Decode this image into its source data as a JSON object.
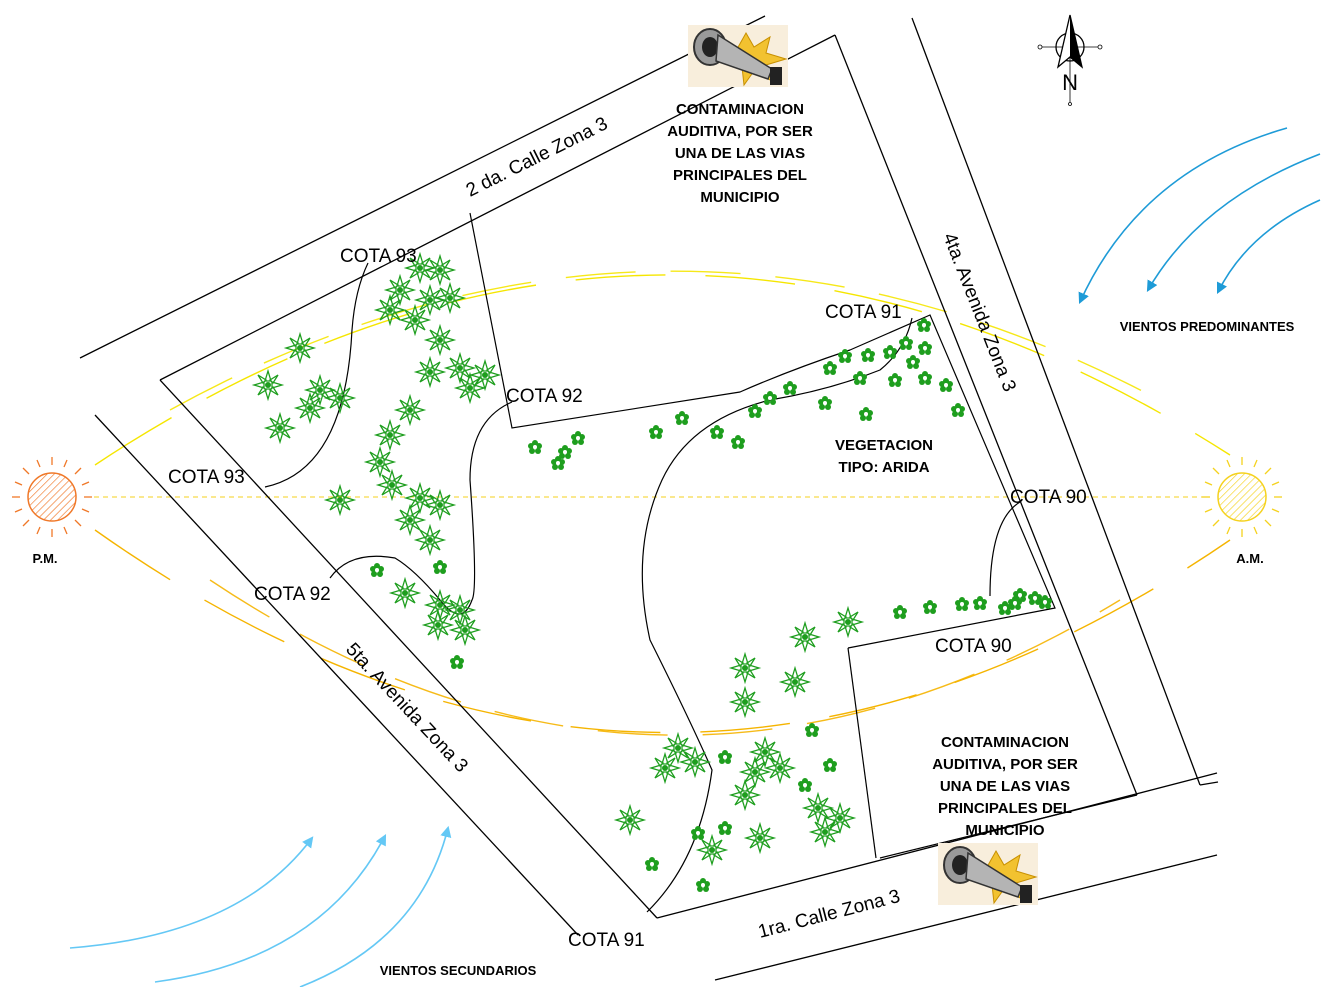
{
  "streets": {
    "top": "2 da. Calle Zona 3",
    "right": "4ta. Avenida Zona 3",
    "left": "5ta. Avenida Zona 3",
    "bottom": "1ra. Calle Zona 3"
  },
  "cotas": {
    "c93_top": "COTA  93",
    "c93_left": "COTA  93",
    "c92_mid": "COTA  92",
    "c92_left": "COTA  92",
    "c91_top": "COTA  91",
    "c91_bottom": "COTA  91",
    "c90_right": "COTA  90",
    "c90_low": "COTA  90"
  },
  "notes": {
    "noise_top": [
      "CONTAMINACION",
      "AUDITIVA, POR SER",
      "UNA DE LAS VIAS",
      "PRINCIPALES DEL",
      "MUNICIPIO"
    ],
    "noise_bottom": [
      "CONTAMINACION",
      "AUDITIVA, POR SER",
      "UNA DE LAS VIAS",
      "PRINCIPALES DEL",
      "MUNICIPIO"
    ],
    "vegetation": [
      "VEGETACION",
      "TIPO: ARIDA"
    ],
    "winds_main": "VIENTOS PREDOMINANTES",
    "winds_secondary": "VIENTOS SECUNDARIOS",
    "pm": "P.M.",
    "am": "A.M.",
    "north": "N"
  },
  "icons": {
    "sun": "sun-icon",
    "horn": "horn-icon",
    "north_arrow": "north-arrow-icon",
    "tree": "tree-icon"
  },
  "colors": {
    "sun_pm": "#F07828",
    "sun_am": "#F5D21E",
    "sun_path": "#F5B400",
    "wind_main": "#1E9BD7",
    "wind_secondary": "#64C8F5",
    "tree": "#1E9E1E",
    "line": "#000000"
  }
}
